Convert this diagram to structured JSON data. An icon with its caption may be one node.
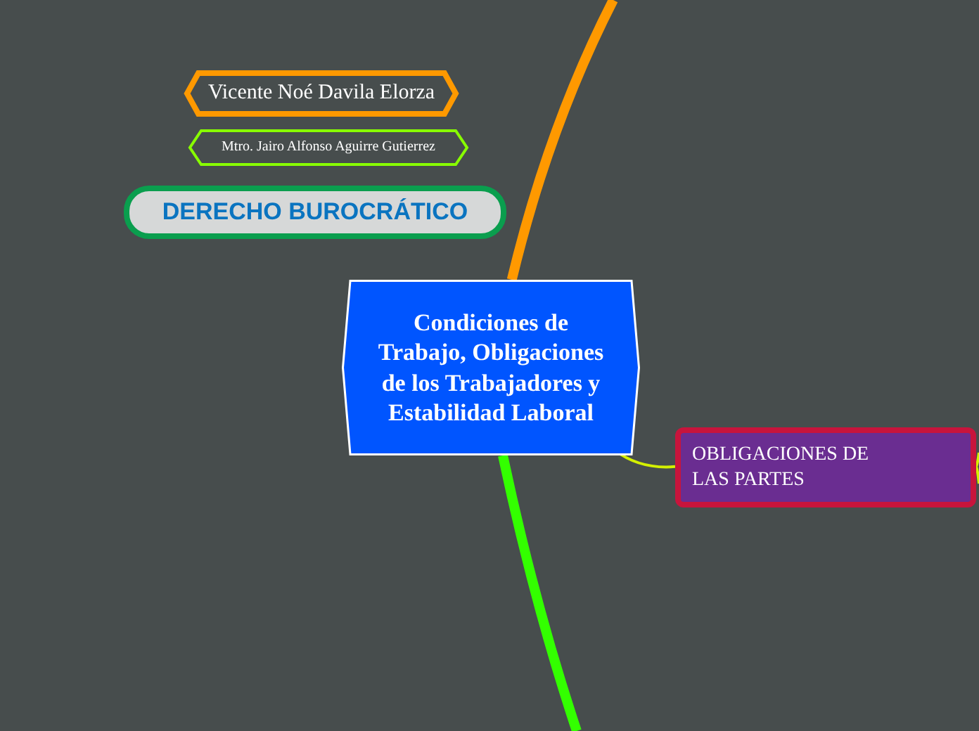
{
  "diagram": {
    "nodes": [
      {
        "text": [
          "Vicente Noé Davila Elorza"
        ]
      },
      {
        "text": [
          "Mtro. Jairo Alfonso Aguirre Gutierrez"
        ]
      },
      {
        "text": [
          "DERECHO BUROCRÁTICO"
        ]
      },
      {
        "text": [
          "Condiciones de Trabajo, Obligaciones de los Trabajadores y Estabilidad Laboral"
        ]
      },
      {
        "text": [
          "OBLIGACIONES DE LAS PARTES"
        ]
      }
    ],
    "edges": [
      {
        "from": 3,
        "to": 4,
        "arrow": "none",
        "color": "#d4f000"
      },
      {
        "from": 3,
        "to": null,
        "arrow": "none",
        "style": "thick",
        "color": "#ff9900"
      },
      {
        "from": 3,
        "to": null,
        "arrow": "none",
        "style": "thick",
        "color": "#33ff00"
      },
      {
        "from": 4,
        "to": null,
        "arrow": "none",
        "color": "#d4f000"
      },
      {
        "from": 4,
        "to": null,
        "arrow": "none",
        "color": "#d4f000"
      }
    ]
  }
}
